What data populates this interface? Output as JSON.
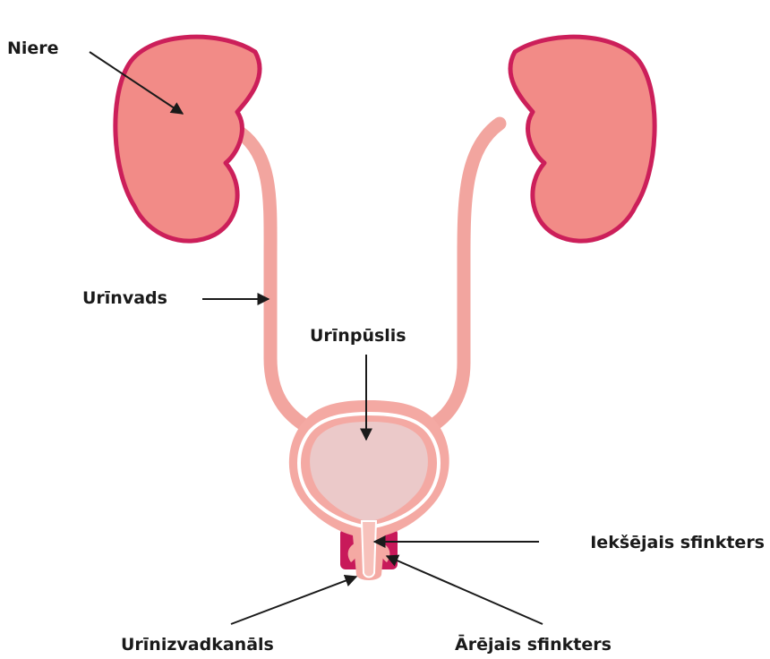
{
  "labels": {
    "kidney": "Niere",
    "ureter": "Urīnvads",
    "bladder": "Urīnpūslis",
    "internal_sphincter": "Iekšējais sfinkters",
    "urethra": "Urīnizvadkanāls",
    "external_sphincter": "Ārējais sfinkters"
  },
  "colors": {
    "kidney_fill": "#f28b87",
    "kidney_outline": "#cc1f5a",
    "ureter": "#f2a59f",
    "bladder_outer": "#f4a9a3",
    "bladder_inner_ring": "#ffffff",
    "bladder_cavity": "#ebc9c9",
    "sphincter": "#c8195a",
    "arrow": "#1a1a1a"
  }
}
